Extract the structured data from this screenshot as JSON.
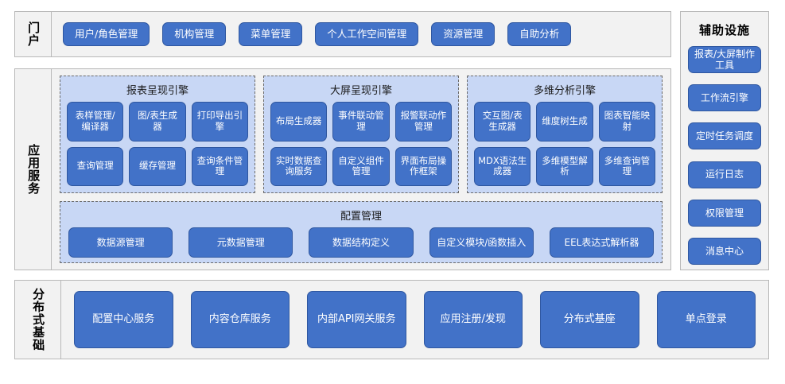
{
  "colors": {
    "button_blue": "#4272c8",
    "button_border": "#2f57a0",
    "panel_grey": "#f2f2f2",
    "panel_border": "#b8b8b8",
    "group_light_blue": "#c8d7f5",
    "group_dashed_border": "#6a6a6a",
    "text_white": "#ffffff",
    "text_black": "#000000"
  },
  "portal": {
    "label": "门户",
    "items": [
      "用户/角色管理",
      "机构管理",
      "菜单管理",
      "个人工作空间管理",
      "资源管理",
      "自助分析"
    ]
  },
  "app_services": {
    "label": "应用服务",
    "engines": [
      {
        "title": "报表呈现引擎",
        "items": [
          "表样管理/编译器",
          "图/表生成器",
          "打印导出引擎",
          "查询管理",
          "缓存管理",
          "查询条件管理"
        ]
      },
      {
        "title": "大屏呈现引擎",
        "items": [
          "布局生成器",
          "事件联动管理",
          "报警联动作管理",
          "实时数据查询服务",
          "自定义组件管理",
          "界面布局操作框架"
        ]
      },
      {
        "title": "多维分析引擎",
        "items": [
          "交互图/表生成器",
          "维度树生成",
          "图表智能映射",
          "MDX语法生成器",
          "多维模型解析",
          "多维查询管理"
        ]
      }
    ],
    "config": {
      "title": "配置管理",
      "items": [
        "数据源管理",
        "元数据管理",
        "数据结构定义",
        "自定义模块/函数插入",
        "EEL表达式解析器"
      ]
    }
  },
  "distributed_base": {
    "label": "分布式基础",
    "items": [
      "配置中心服务",
      "内容仓库服务",
      "内部API网关服务",
      "应用注册/发现",
      "分布式基座",
      "单点登录"
    ]
  },
  "aux_facilities": {
    "title": "辅助设施",
    "items": [
      "报表/大屏制作工具",
      "工作流引擎",
      "定时任务调度",
      "运行日志",
      "权限管理",
      "消息中心"
    ]
  }
}
